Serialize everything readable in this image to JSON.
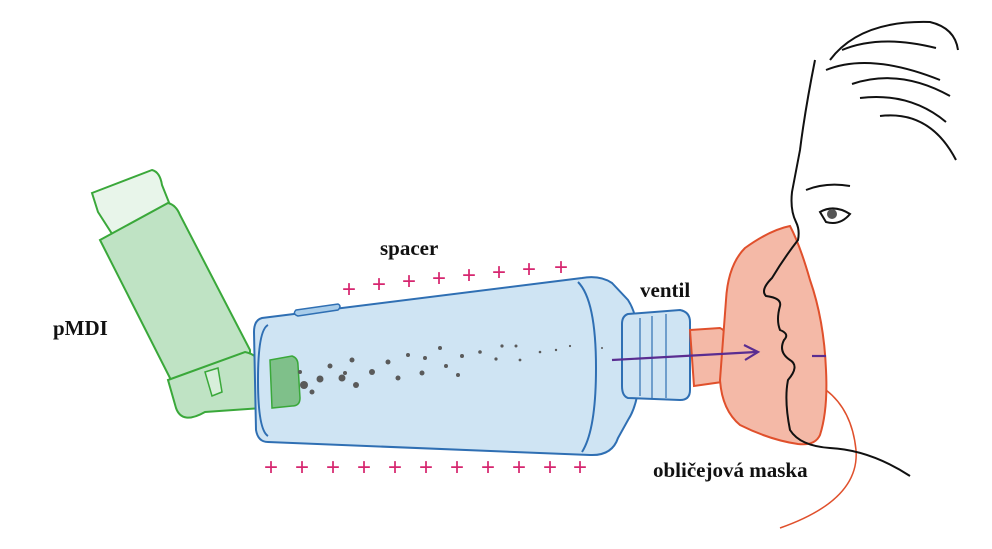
{
  "labels": {
    "pmdi": "pMDI",
    "spacer": "spacer",
    "ventil": "ventil",
    "mask": "obličejová maska"
  },
  "charge_symbol": "+",
  "colors": {
    "inhaler_stroke": "#3aa83a",
    "inhaler_fill": "#bfe3c4",
    "spacer_stroke": "#2f6fb3",
    "spacer_fill": "#cfe4f3",
    "mask_stroke": "#e0502c",
    "mask_fill": "#f4b9a7",
    "charge": "#d6266f",
    "airflow_arrow": "#5a2d91",
    "particles": "#5a5a5a",
    "face_line": "#111111"
  }
}
